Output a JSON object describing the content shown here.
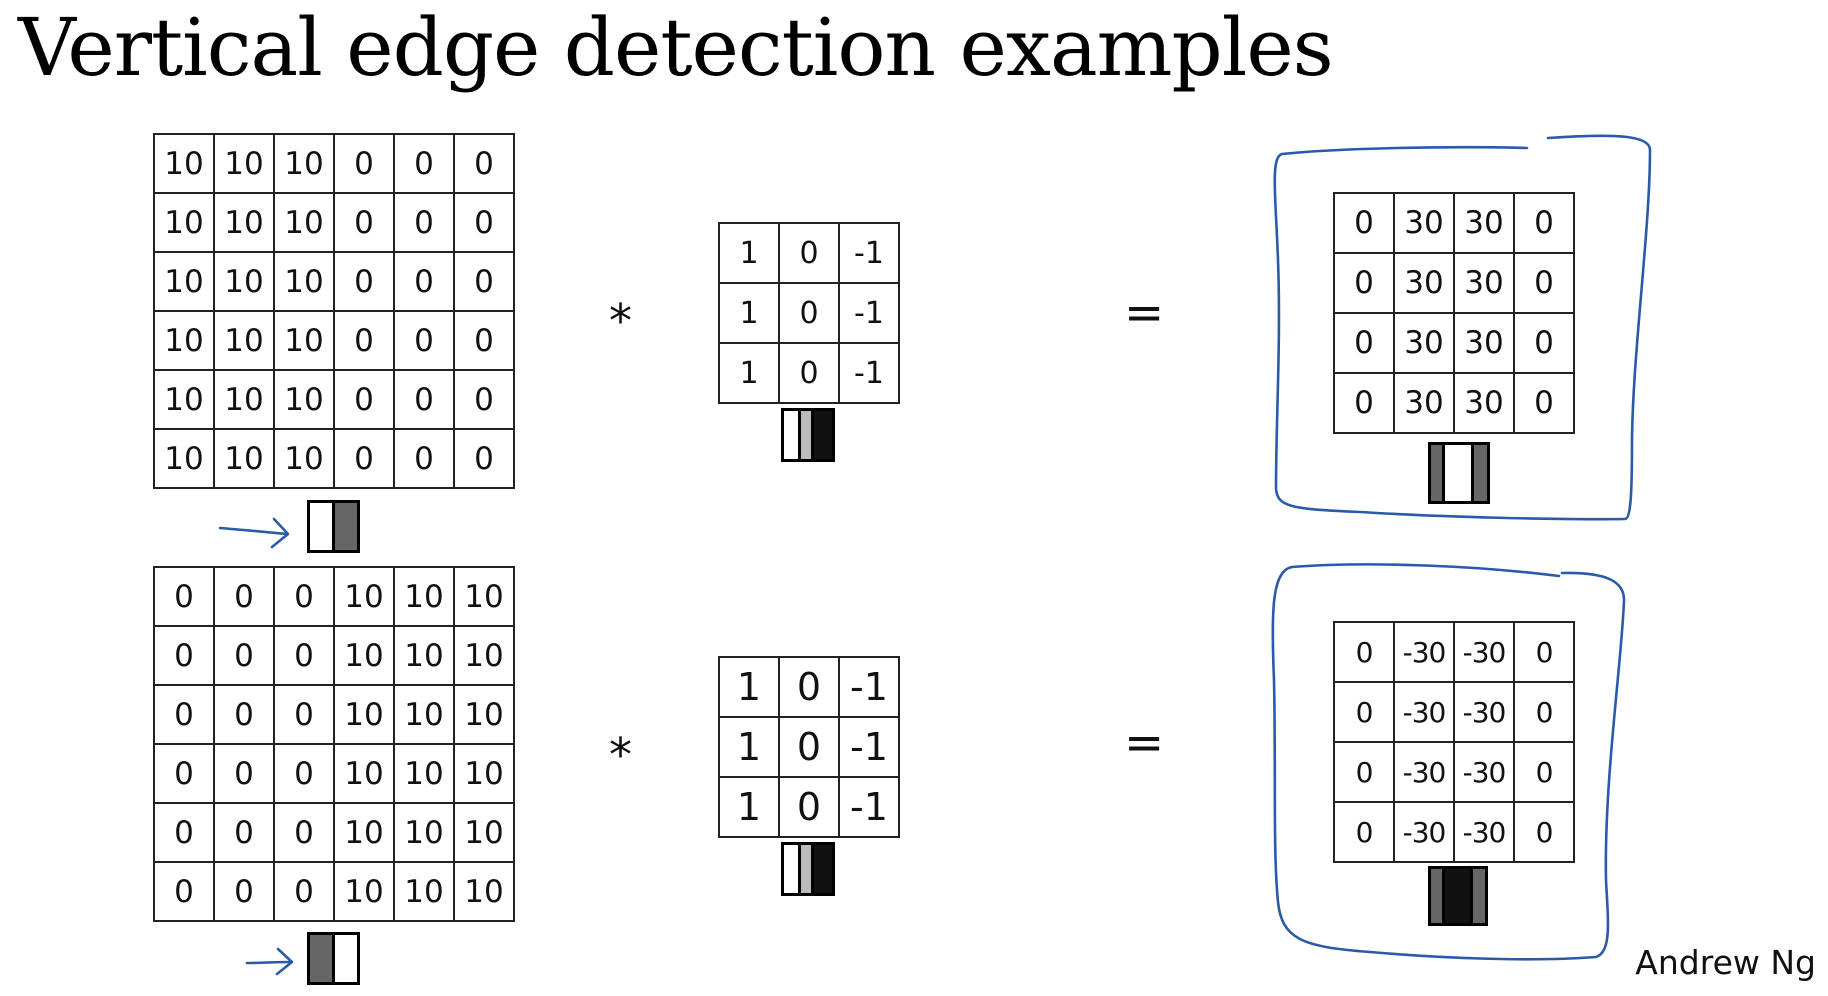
{
  "title": "Vertical edge detection examples",
  "author": "Andrew Ng",
  "operators": {
    "convolve": "*",
    "equals": "="
  },
  "colors": {
    "annotation": "#2a5aa8",
    "dark": "#555555",
    "black": "#111111",
    "light": "#bbbbbb",
    "white": "#ffffff"
  },
  "example1": {
    "input": [
      [
        "10",
        "10",
        "10",
        "0",
        "0",
        "0"
      ],
      [
        "10",
        "10",
        "10",
        "0",
        "0",
        "0"
      ],
      [
        "10",
        "10",
        "10",
        "0",
        "0",
        "0"
      ],
      [
        "10",
        "10",
        "10",
        "0",
        "0",
        "0"
      ],
      [
        "10",
        "10",
        "10",
        "0",
        "0",
        "0"
      ],
      [
        "10",
        "10",
        "10",
        "0",
        "0",
        "0"
      ]
    ],
    "filter": [
      [
        "1",
        "0",
        "-1"
      ],
      [
        "1",
        "0",
        "-1"
      ],
      [
        "1",
        "0",
        "-1"
      ]
    ],
    "output": [
      [
        "0",
        "30",
        "30",
        "0"
      ],
      [
        "0",
        "30",
        "30",
        "0"
      ],
      [
        "0",
        "30",
        "30",
        "0"
      ],
      [
        "0",
        "30",
        "30",
        "0"
      ]
    ]
  },
  "example2": {
    "input": [
      [
        "0",
        "0",
        "0",
        "10",
        "10",
        "10"
      ],
      [
        "0",
        "0",
        "0",
        "10",
        "10",
        "10"
      ],
      [
        "0",
        "0",
        "0",
        "10",
        "10",
        "10"
      ],
      [
        "0",
        "0",
        "0",
        "10",
        "10",
        "10"
      ],
      [
        "0",
        "0",
        "0",
        "10",
        "10",
        "10"
      ],
      [
        "0",
        "0",
        "0",
        "10",
        "10",
        "10"
      ]
    ],
    "filter": [
      [
        "1",
        "0",
        "-1"
      ],
      [
        "1",
        "0",
        "-1"
      ],
      [
        "1",
        "0",
        "-1"
      ]
    ],
    "output": [
      [
        "0",
        "-30",
        "-30",
        "0"
      ],
      [
        "0",
        "-30",
        "-30",
        "0"
      ],
      [
        "0",
        "-30",
        "-30",
        "0"
      ],
      [
        "0",
        "-30",
        "-30",
        "0"
      ]
    ]
  }
}
